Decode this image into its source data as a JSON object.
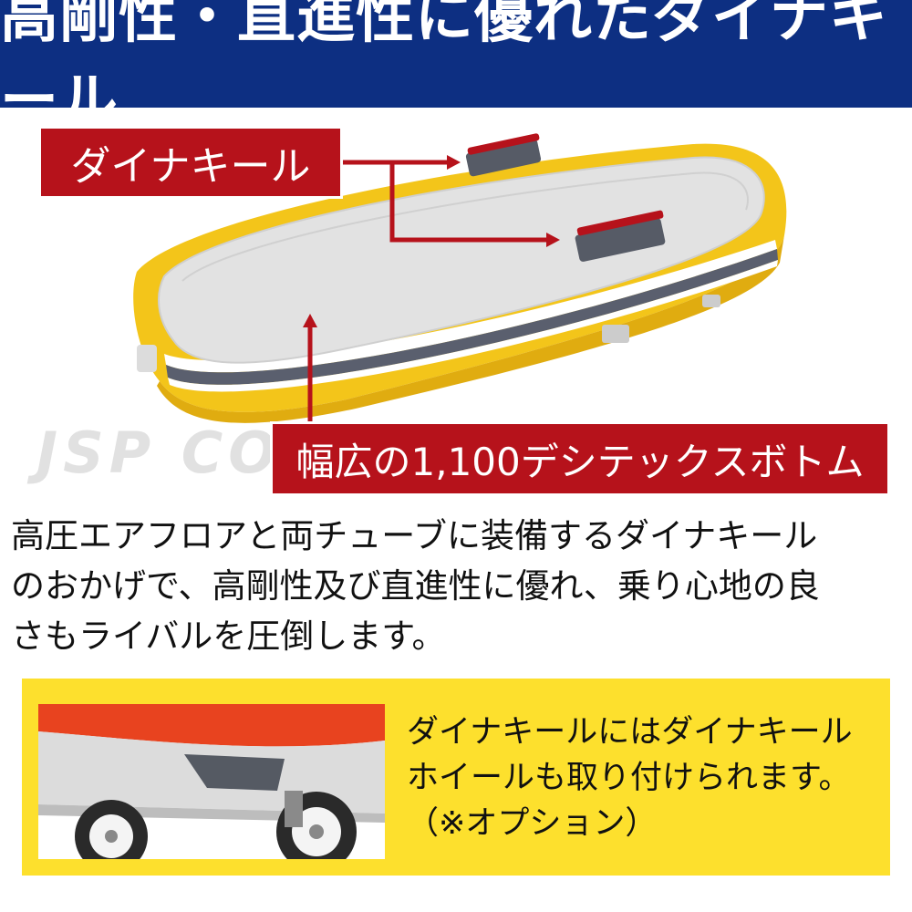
{
  "header": {
    "title": "高剛性・直進性に優れたダイナキール"
  },
  "labels": {
    "keel": "ダイナキール",
    "bottom": "幅広の1,100デシテックスボトム"
  },
  "watermark": "JSP CORPORATION",
  "description": [
    "高圧エアフロアと両チューブに装備するダイナキール",
    "のおかげで、高剛性及び直進性に優れ、乗り心地の良",
    "さもライバルを圧倒します。"
  ],
  "note": [
    "ダイナキールにはダイナキール",
    "ホイールも取り付けられます。",
    "（※オプション）"
  ],
  "colors": {
    "header_bg": "#0d2f82",
    "label_red": "#b6121b",
    "yellow_panel": "#fde02d",
    "tube_yellow": "#f3c51a",
    "floor_gray": "#e3e3e3"
  }
}
